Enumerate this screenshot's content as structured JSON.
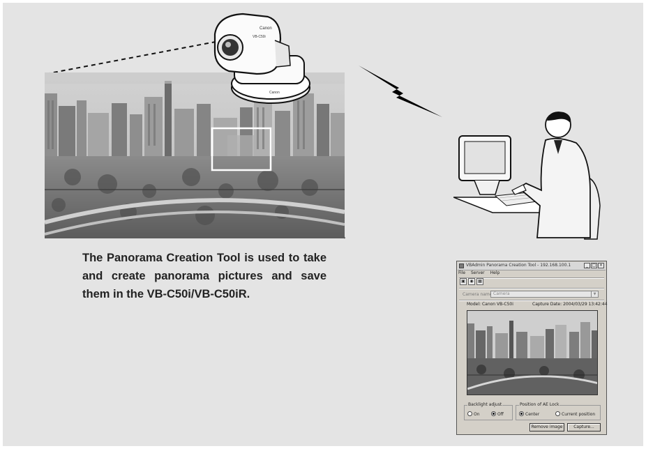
{
  "caption": {
    "text": "The Panorama Creation Tool is used to take and create panorama pictures and save them in the VB-C50i/VB-C50iR."
  },
  "camera_illustration": {
    "brand": "Canon",
    "model_label": "VB-C50i"
  },
  "app_window": {
    "title": "VBAdmin Panorama Creation Tool - 192.168.100.1",
    "window_buttons": [
      "_",
      "□",
      "×"
    ],
    "menu": [
      "File",
      "Server",
      "Help"
    ],
    "toolbar_icons": [
      "capture-icon",
      "camera-icon",
      "panorama-icon"
    ],
    "camera_name_label": "Camera name:",
    "camera_name_value": "Camera",
    "model_label": "Model:",
    "model_value": "Canon VB-C50i",
    "capture_date_label": "Capture Date:",
    "capture_date_value": "2004/03/29",
    "capture_time_value": "13:42:44",
    "backlight_group": "Backlight adjust",
    "backlight_on": "On",
    "backlight_off": "Off",
    "ae_group": "Position of AE Lock",
    "ae_center": "Center",
    "ae_current": "Current position",
    "remove_button": "Remove image",
    "capture_button": "Capture..."
  },
  "colors": {
    "panel_bg": "#e4e4e4",
    "window_bg": "#d4d0c8",
    "selection_frame": "#ffffff"
  }
}
